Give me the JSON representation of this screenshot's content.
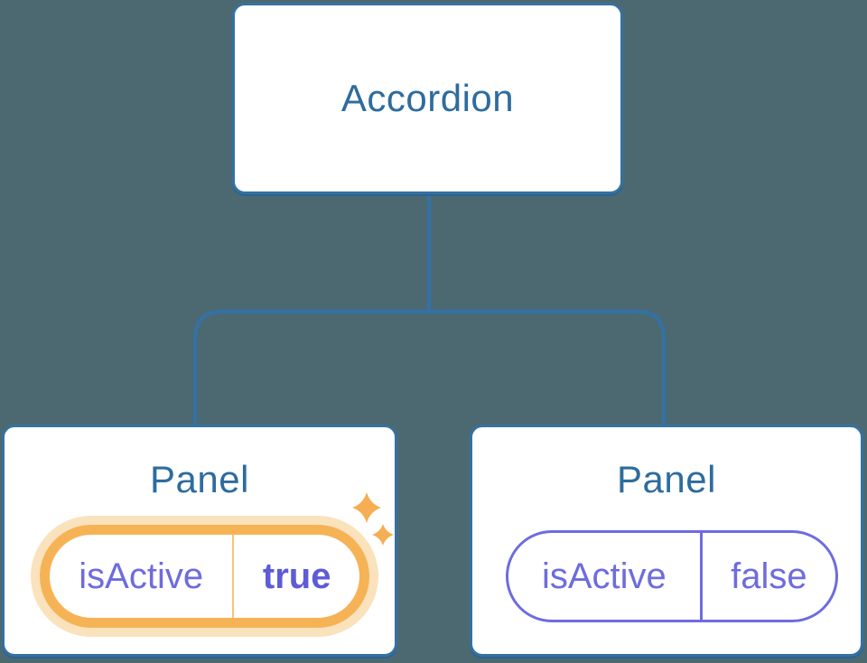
{
  "palette": {
    "bg": "#4C6972",
    "line": "#3571A1",
    "heading": "#2E6C9E",
    "purple": "#6E6CDE",
    "purple_bold": "#5E5BD7",
    "purple_border": "#6E6CDE",
    "orange": "#F6B356",
    "orange_glow": "#FAE2BC",
    "orange_divider": "#F8C37E",
    "sparkle": "#F5AE51"
  },
  "tree": {
    "root": {
      "label": "Accordion"
    },
    "children": [
      {
        "label": "Panel",
        "state": {
          "key": "isActive",
          "value": "true",
          "highlighted": true
        }
      },
      {
        "label": "Panel",
        "state": {
          "key": "isActive",
          "value": "false",
          "highlighted": false
        }
      }
    ]
  },
  "icons": {
    "sparkles": "two four-pointed orange sparkle stars marking updated state"
  }
}
